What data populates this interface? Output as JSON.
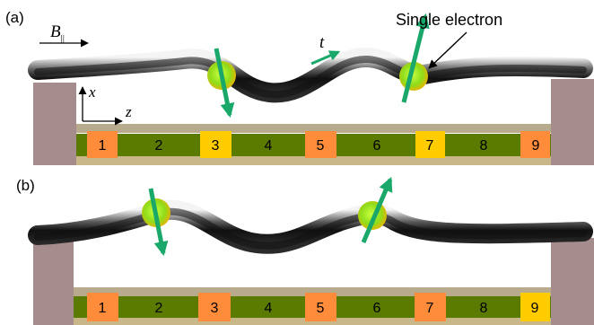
{
  "panels": [
    {
      "id": "a",
      "label": "(a)",
      "field_label_main": "B",
      "field_label_sub": "||",
      "axis_x_label": "x",
      "axis_z_label": "z",
      "hopping_label": "t",
      "electron_annotation": "Single electron",
      "gates": [
        {
          "label": "1",
          "color": "#ff8c3a"
        },
        {
          "label": "2",
          "color": "#5a7a00"
        },
        {
          "label": "3",
          "color": "#ffcc00"
        },
        {
          "label": "4",
          "color": "#5a7a00"
        },
        {
          "label": "5",
          "color": "#ff8c3a"
        },
        {
          "label": "6",
          "color": "#5a7a00"
        },
        {
          "label": "7",
          "color": "#ffcc00"
        },
        {
          "label": "8",
          "color": "#5a7a00"
        },
        {
          "label": "9",
          "color": "#ff8c3a"
        }
      ],
      "spins": [
        "down",
        "up"
      ]
    },
    {
      "id": "b",
      "label": "(b)",
      "gates": [
        {
          "label": "1",
          "color": "#ff8c3a"
        },
        {
          "label": "2",
          "color": "#5a7a00"
        },
        {
          "label": "3",
          "color": "#ff8c3a"
        },
        {
          "label": "4",
          "color": "#5a7a00"
        },
        {
          "label": "5",
          "color": "#ff8c3a"
        },
        {
          "label": "6",
          "color": "#5a7a00"
        },
        {
          "label": "7",
          "color": "#ff8c3a"
        },
        {
          "label": "8",
          "color": "#5a7a00"
        },
        {
          "label": "9",
          "color": "#ffcc00"
        }
      ],
      "spins": [
        "down",
        "up"
      ]
    }
  ],
  "colors": {
    "substrate": "#b7aa8d",
    "gate_bar": "#5a7a00",
    "contact": "#a68d8d",
    "electron": "#9ee000",
    "spin_arrow": "#1aa86a"
  }
}
